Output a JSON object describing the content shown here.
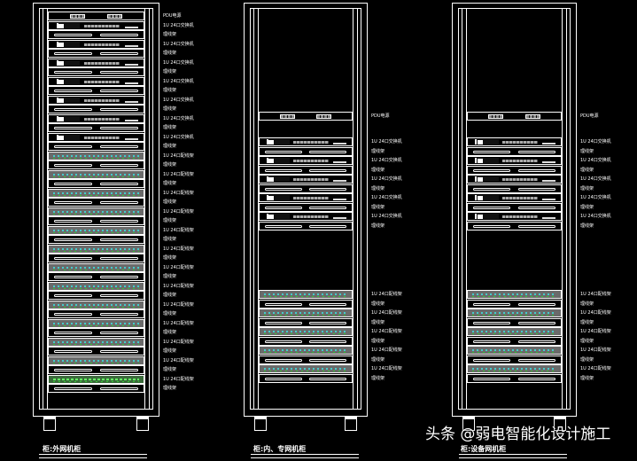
{
  "racks": [
    {
      "title": "柜:外网机柜",
      "units": [
        {
          "type": "pdu",
          "label": "PDU电源"
        },
        {
          "type": "switch",
          "label": "1U 24口交换机"
        },
        {
          "type": "manager",
          "label": "理线架"
        },
        {
          "type": "switch",
          "label": "1U 24口交换机"
        },
        {
          "type": "manager",
          "label": "理线架"
        },
        {
          "type": "switch",
          "label": "1U 24口交换机"
        },
        {
          "type": "manager",
          "label": "理线架"
        },
        {
          "type": "switch",
          "label": "1U 24口交换机"
        },
        {
          "type": "manager",
          "label": "理线架"
        },
        {
          "type": "switch",
          "label": "1U 24口交换机"
        },
        {
          "type": "manager",
          "label": "理线架"
        },
        {
          "type": "switch",
          "label": "1U 24口交换机"
        },
        {
          "type": "manager",
          "label": "理线架"
        },
        {
          "type": "switch",
          "label": "1U 24口交换机"
        },
        {
          "type": "manager",
          "label": "理线架"
        },
        {
          "type": "patch",
          "label": "1U 24口配线架"
        },
        {
          "type": "manager",
          "label": "理线架"
        },
        {
          "type": "patch",
          "label": "1U 24口配线架"
        },
        {
          "type": "manager",
          "label": "理线架"
        },
        {
          "type": "patch",
          "label": "1U 24口配线架"
        },
        {
          "type": "manager",
          "label": "理线架"
        },
        {
          "type": "patch",
          "label": "1U 24口配线架"
        },
        {
          "type": "manager",
          "label": "理线架"
        },
        {
          "type": "patch",
          "label": "1U 24口配线架"
        },
        {
          "type": "manager",
          "label": "理线架"
        },
        {
          "type": "patch",
          "label": "1U 24口配线架"
        },
        {
          "type": "manager",
          "label": "理线架"
        },
        {
          "type": "patch",
          "label": "1U 24口配线架"
        },
        {
          "type": "manager",
          "label": "理线架"
        },
        {
          "type": "patch",
          "label": "1U 24口配线架"
        },
        {
          "type": "manager",
          "label": "理线架"
        },
        {
          "type": "patch",
          "label": "1U 24口配线架"
        },
        {
          "type": "manager",
          "label": "理线架"
        },
        {
          "type": "patch",
          "label": "1U 24口配线架"
        },
        {
          "type": "manager",
          "label": "理线架"
        },
        {
          "type": "patch",
          "label": "1U 24口配线架"
        },
        {
          "type": "manager",
          "label": "理线架"
        },
        {
          "type": "patch",
          "label": "1U 24口配线架"
        },
        {
          "type": "manager",
          "label": "理线架"
        },
        {
          "type": "patch-highlight",
          "label": "1U 24口配线架"
        },
        {
          "type": "manager",
          "label": "理线架"
        }
      ]
    },
    {
      "title": "柜:内、专网机柜",
      "units": [
        {
          "type": "pdu",
          "label": "PDU电源"
        },
        {
          "type": "switch",
          "label": "1U 24口交换机"
        },
        {
          "type": "manager",
          "label": "理线架"
        },
        {
          "type": "switch",
          "label": "1U 24口交换机"
        },
        {
          "type": "manager",
          "label": "理线架"
        },
        {
          "type": "switch",
          "label": "1U 24口交换机"
        },
        {
          "type": "manager",
          "label": "理线架"
        },
        {
          "type": "switch",
          "label": "1U 24口交换机"
        },
        {
          "type": "manager",
          "label": "理线架"
        },
        {
          "type": "switch",
          "label": "1U 24口交换机"
        },
        {
          "type": "manager",
          "label": "理线架"
        },
        {
          "type": "patch",
          "label": "1U 24口配线架"
        },
        {
          "type": "manager",
          "label": "理线架"
        },
        {
          "type": "patch",
          "label": "1U 24口配线架"
        },
        {
          "type": "manager",
          "label": "理线架"
        },
        {
          "type": "patch",
          "label": "1U 24口配线架"
        },
        {
          "type": "manager",
          "label": "理线架"
        },
        {
          "type": "patch",
          "label": "1U 24口配线架"
        },
        {
          "type": "manager",
          "label": "理线架"
        },
        {
          "type": "patch",
          "label": "1U 24口配线架"
        },
        {
          "type": "manager",
          "label": "理线架"
        }
      ]
    },
    {
      "title": "柜:设备网机柜",
      "units": [
        {
          "type": "pdu",
          "label": "PDU电源"
        },
        {
          "type": "switch",
          "label": "1U 24口交换机"
        },
        {
          "type": "manager",
          "label": "理线架"
        },
        {
          "type": "switch",
          "label": "1U 24口交换机"
        },
        {
          "type": "manager",
          "label": "理线架"
        },
        {
          "type": "switch",
          "label": "1U 24口交换机"
        },
        {
          "type": "manager",
          "label": "理线架"
        },
        {
          "type": "switch",
          "label": "1U 24口交换机"
        },
        {
          "type": "manager",
          "label": "理线架"
        },
        {
          "type": "switch",
          "label": "1U 24口交换机"
        },
        {
          "type": "manager",
          "label": "理线架"
        },
        {
          "type": "patch",
          "label": "1U 24口配线架"
        },
        {
          "type": "manager",
          "label": "理线架"
        },
        {
          "type": "patch",
          "label": "1U 24口配线架"
        },
        {
          "type": "manager",
          "label": "理线架"
        },
        {
          "type": "patch",
          "label": "1U 24口配线架"
        },
        {
          "type": "manager",
          "label": "理线架"
        },
        {
          "type": "patch",
          "label": "1U 24口配线架"
        },
        {
          "type": "manager",
          "label": "理线架"
        },
        {
          "type": "patch",
          "label": "1U 24口配线架"
        },
        {
          "type": "manager",
          "label": "理线架"
        }
      ]
    }
  ],
  "watermark": "头条 @弱电智能化设计施工",
  "colors": {
    "background": "#000000",
    "lines": "#ffffff",
    "patch_panel": "#6a6a6a",
    "port_cyan": "#44cccc",
    "port_green": "#33cc33"
  }
}
